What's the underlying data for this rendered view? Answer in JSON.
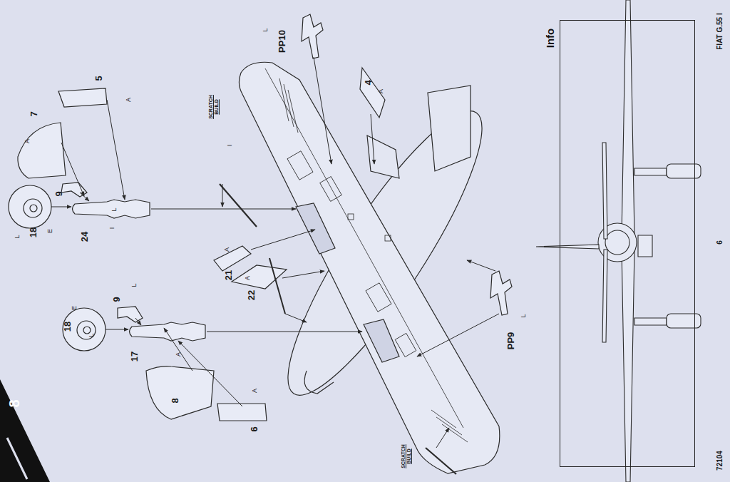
{
  "diagram": {
    "nodes": [
      {
        "text": [
          "8"
        ]
      },
      {
        "text": [
          "Info"
        ]
      }
    ],
    "labels": [
      "SCRATCH BUILD",
      "I",
      "5",
      "A",
      "7",
      "A",
      "PP10",
      "L",
      "4",
      "A",
      "L",
      "18",
      "E",
      "9",
      "24",
      "I",
      "L",
      "21",
      "A",
      "22",
      "A",
      "18",
      "E",
      "L",
      "9",
      "L",
      "17",
      "A",
      "8",
      "A",
      "6",
      "PP9",
      "L",
      "SCRATCH BUILD",
      "6",
      "72104",
      "FIAT G.55 I"
    ]
  }
}
